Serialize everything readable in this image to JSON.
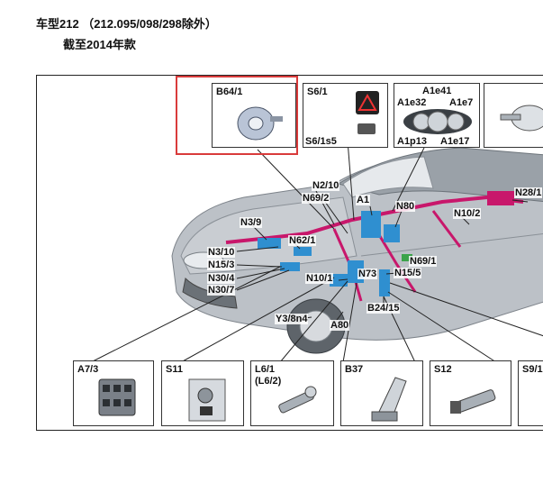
{
  "header": {
    "title": "车型212 （212.095/098/298除外）",
    "subtitle": "截至2014年款"
  },
  "colors": {
    "highlight": "#d93b3b",
    "harness": "#c8176b",
    "car_body": "#b9bec4",
    "module_blue": "#2f8fd0"
  },
  "top_cards": {
    "b64": "B64/1",
    "s6_top": "S6/1",
    "s6_bottom": "S6/1s5",
    "a1_e41": "A1e41",
    "a1_e32": "A1e32",
    "a1_e7": "A1e7",
    "a1_p13": "A1p13",
    "a1_e17": "A1e17"
  },
  "bottom_cards": {
    "a7": "A7/3",
    "s11": "S11",
    "l6_line1": "L6/1",
    "l6_line2": "(L6/2)",
    "b37": "B37",
    "s12": "S12",
    "s9": "S9/1"
  },
  "callouts": {
    "n2_10": "N2/10",
    "n69_2": "N69/2",
    "a1": "A1",
    "n80": "N80",
    "n28_1": "N28/1",
    "n10_2": "N10/2",
    "n3_9": "N3/9",
    "n62_1": "N62/1",
    "n3_10": "N3/10",
    "n15_3": "N15/3",
    "n30_4": "N30/4",
    "n30_7": "N30/7",
    "n69_1": "N69/1",
    "n15_5": "N15/5",
    "n10_1": "N10/1",
    "n73": "N73",
    "b24_15": "B24/15",
    "y3_8n4": "Y3/8n4",
    "a80": "A80"
  }
}
